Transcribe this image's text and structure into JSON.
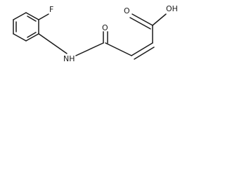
{
  "molecule": {
    "atoms": {
      "fluorine": "F",
      "carbonyl_oxygen": "O",
      "amide_nh": "NH",
      "acid_hydroxyl": "OH",
      "acid_oxygen": "O"
    }
  }
}
